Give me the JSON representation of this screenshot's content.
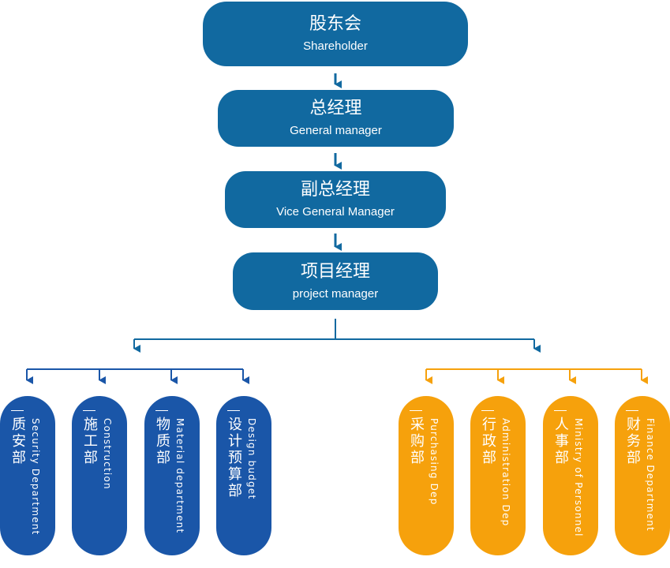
{
  "colors": {
    "management": "#1169a0",
    "connector": "#1169a0",
    "left_group": "#1a56a8",
    "right_group": "#f6a10c"
  },
  "hierarchy": [
    {
      "cn": "股东会",
      "en": "Shareholder"
    },
    {
      "cn": "总经理",
      "en": "General manager"
    },
    {
      "cn": "副总经理",
      "en": "Vice General Manager"
    },
    {
      "cn": "项目经理",
      "en": "project manager"
    }
  ],
  "departments_left": [
    {
      "cn": "质安部",
      "en": "Security Department"
    },
    {
      "cn": "施工部",
      "en": "Construction"
    },
    {
      "cn": "物质部",
      "en": "Material department"
    },
    {
      "cn": "设计预算部",
      "en": "Design budget"
    }
  ],
  "departments_right": [
    {
      "cn": "采购部",
      "en": "Purchasing Dep"
    },
    {
      "cn": "行政部",
      "en": "Administration Dep"
    },
    {
      "cn": "人事部",
      "en": "Ministry of Personnel"
    },
    {
      "cn": "财务部",
      "en": "Finance Department"
    }
  ]
}
